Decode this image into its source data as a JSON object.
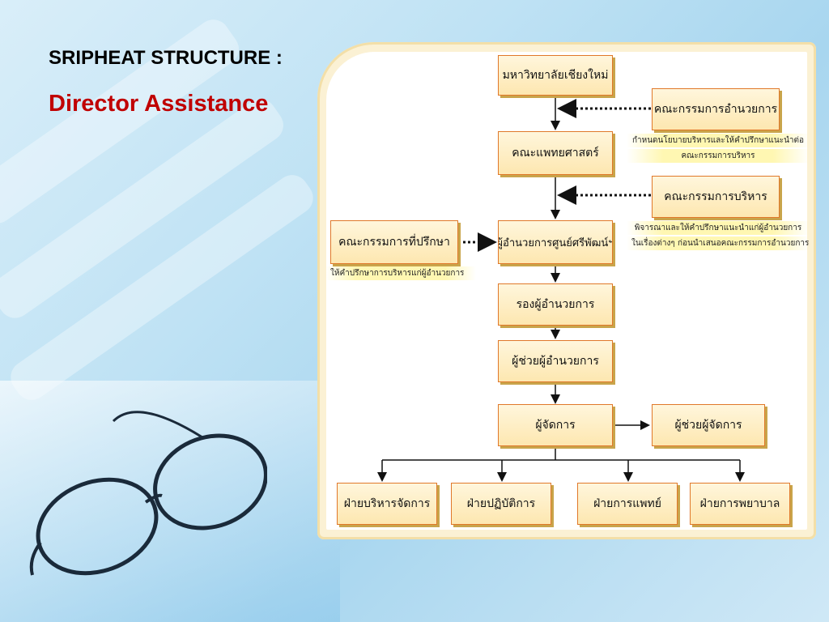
{
  "slide": {
    "title": "SRIPHEAT STRUCTURE :",
    "subtitle": "Director Assistance"
  },
  "org_chart": {
    "nodes": {
      "university": "มหาวิทยาลัยเชียงใหม่",
      "admin_committee": "คณะกรรมการอำนวยการ",
      "faculty": "คณะแพทยศาสตร์",
      "exec_committee": "คณะกรรมการบริหาร",
      "advisory_committee": "คณะกรรมการที่ปรึกษา",
      "director": "ผู้อำนวยการศูนย์ศรีพัฒน์ฯ",
      "deputy_director": "รองผู้อำนวยการ",
      "assistant_director": "ผู้ช่วยผู้อำนวยการ",
      "manager": "ผู้จัดการ",
      "assistant_manager": "ผู้ช่วยผู้จัดการ",
      "dept_admin": "ฝ่ายบริหารจัดการ",
      "dept_operations": "ฝ่ายปฏิบัติการ",
      "dept_medical": "ฝ่ายการแพทย์",
      "dept_nursing": "ฝ่ายการพยาบาล"
    },
    "notes": {
      "admin_committee_line1": "กำหนดนโยบายบริหารและให้คำปรึกษาแนะนำต่อ",
      "admin_committee_line2": "คณะกรรมการบริหาร",
      "exec_committee_line1": "พิจารณาและให้คำปรึกษาแนะนำแก่ผู้อำนวยการ",
      "exec_committee_line2": "ในเรื่องต่างๆ ก่อนนำเสนอคณะกรรมการอำนวยการ",
      "advisory_committee": "ให้คำปรึกษาการบริหารแก่ผู้อำนวยการ"
    },
    "colors": {
      "box_border": "#e0782a",
      "box_fill": "#fde7b0",
      "box_shadow": "#c9a44a",
      "note_highlight": "#fff6aa",
      "subtitle": "#c00000"
    }
  }
}
